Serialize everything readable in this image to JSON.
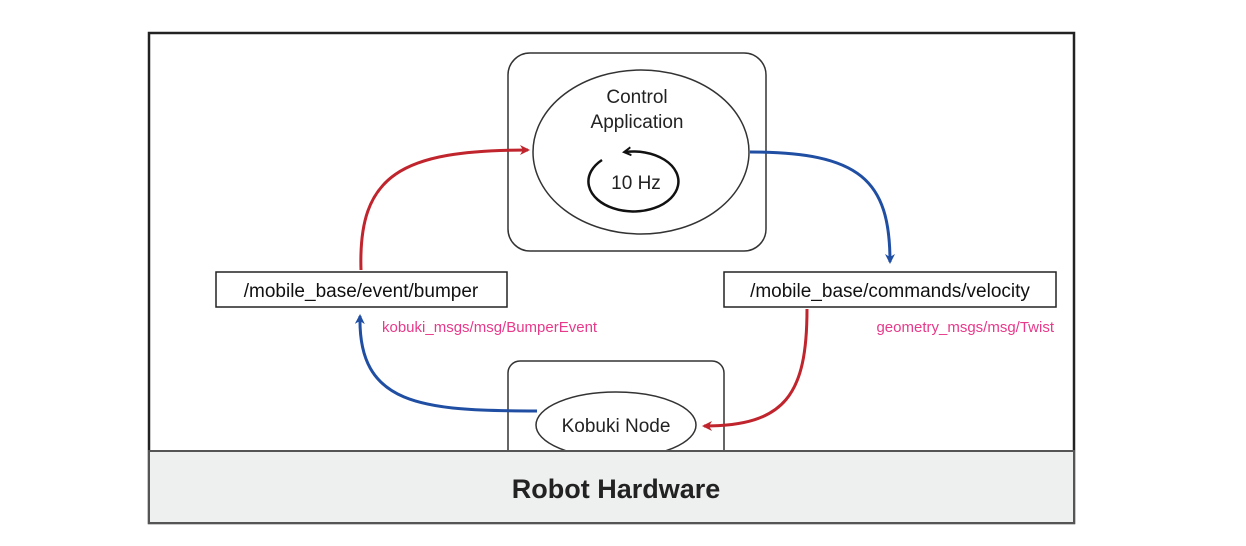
{
  "nodes": {
    "control_app": {
      "line1": "Control",
      "line2": "Application",
      "rate": "10 Hz"
    },
    "kobuki_node": {
      "label": "Kobuki Node"
    },
    "bumper_topic": {
      "label": "/mobile_base/event/bumper",
      "msg_type": "kobuki_msgs/msg/BumperEvent"
    },
    "velocity_topic": {
      "label": "/mobile_base/commands/velocity",
      "msg_type": "geometry_msgs/msg/Twist"
    },
    "hardware": {
      "label": "Robot Hardware"
    }
  },
  "colors": {
    "red_arrow": "#c0242c",
    "blue_arrow": "#1f4ea3",
    "msg_type_text": "#e8398a",
    "hardware_fill": "#eef0ef",
    "frame_stroke": "#222222"
  }
}
